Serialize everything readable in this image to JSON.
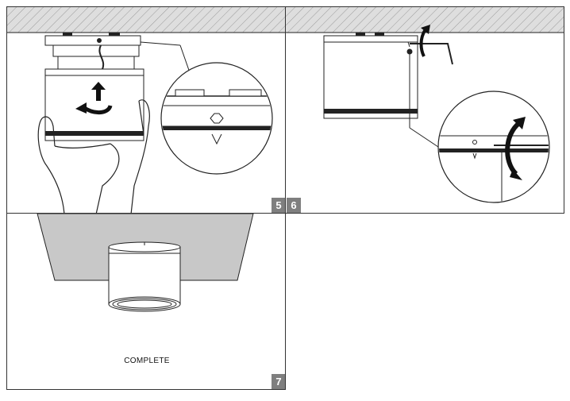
{
  "steps": {
    "step5": "5",
    "step6": "6",
    "step7": "7"
  },
  "caption": "COMPLETE",
  "colors": {
    "line": "#222222",
    "ceiling_hatch": "#d9d9d9",
    "ceiling_panel": "#c8c8c8",
    "badge": "#7f7f7f"
  }
}
